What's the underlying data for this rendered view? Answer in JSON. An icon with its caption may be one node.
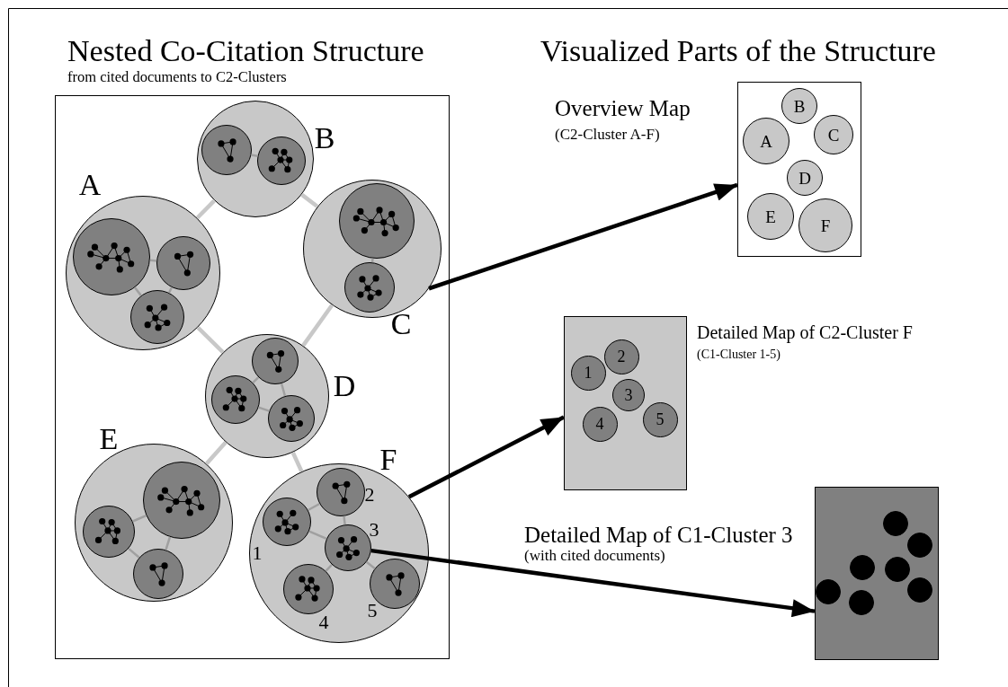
{
  "diagram": {
    "nodes": [
      {
        "text": [],
        "shape": "box"
      },
      {
        "text": [],
        "shape": "circle",
        "in": 0,
        "beside": [
          "A"
        ]
      },
      {
        "text": [],
        "shape": "circle",
        "in": 1
      },
      {
        "text": [],
        "shape": "circle",
        "in": 1
      },
      {
        "text": [],
        "shape": "circle",
        "in": 1
      },
      {
        "text": [],
        "shape": "circle",
        "in": 0,
        "beside": [
          "B"
        ]
      },
      {
        "text": [],
        "shape": "circle",
        "in": 5
      },
      {
        "text": [],
        "shape": "circle",
        "in": 5
      },
      {
        "text": [],
        "shape": "circle",
        "in": 0,
        "beside": [
          "C"
        ]
      },
      {
        "text": [],
        "shape": "circle",
        "in": 8
      },
      {
        "text": [],
        "shape": "circle",
        "in": 8
      },
      {
        "text": [],
        "shape": "circle",
        "in": 0,
        "beside": [
          "D"
        ]
      },
      {
        "text": [],
        "shape": "circle",
        "in": 11
      },
      {
        "text": [],
        "shape": "circle",
        "in": 11
      },
      {
        "text": [],
        "shape": "circle",
        "in": 11
      },
      {
        "text": [],
        "shape": "circle",
        "in": 0,
        "beside": [
          "E"
        ]
      },
      {
        "text": [],
        "shape": "circle",
        "in": 15
      },
      {
        "text": [],
        "shape": "circle",
        "in": 15
      },
      {
        "text": [],
        "shape": "circle",
        "in": 15
      },
      {
        "text": [],
        "shape": "circle",
        "in": 0,
        "beside": [
          "F"
        ]
      },
      {
        "text": [],
        "shape": "circle",
        "in": 19,
        "beside": [
          "1"
        ]
      },
      {
        "text": [],
        "shape": "circle",
        "in": 19,
        "beside": [
          "2"
        ]
      },
      {
        "text": [],
        "shape": "circle",
        "in": 19,
        "beside": [
          "3"
        ]
      },
      {
        "text": [],
        "shape": "circle",
        "in": 19,
        "beside": [
          "4"
        ]
      },
      {
        "text": [],
        "shape": "circle",
        "in": 19,
        "beside": [
          "5"
        ]
      },
      {
        "text": [],
        "shape": "box",
        "beside": [
          "Overview Map",
          "(C2-Cluster A-F)"
        ]
      },
      {
        "text": [
          "A"
        ],
        "in": 25
      },
      {
        "text": [
          "B"
        ],
        "in": 25
      },
      {
        "text": [
          "C"
        ],
        "in": 25
      },
      {
        "text": [
          "D"
        ],
        "in": 25
      },
      {
        "text": [
          "E"
        ],
        "in": 25
      },
      {
        "text": [
          "F"
        ],
        "in": 25
      },
      {
        "text": [],
        "shape": "box",
        "beside": [
          "Detailed Map of C2-Cluster F",
          "(C1-Cluster 1-5)"
        ]
      },
      {
        "text": [
          "1"
        ],
        "in": 32
      },
      {
        "text": [
          "2"
        ],
        "in": 32
      },
      {
        "text": [
          "3"
        ],
        "in": 32
      },
      {
        "text": [
          "4"
        ],
        "in": 32
      },
      {
        "text": [
          "5"
        ],
        "in": 32
      },
      {
        "text": [],
        "shape": "box",
        "beside": [
          "Detailed Map of C1-Cluster 3",
          "(with cited documents)"
        ]
      },
      {
        "text": [],
        "shape": "circle",
        "in": 38
      },
      {
        "text": [],
        "shape": "circle",
        "in": 38
      },
      {
        "text": [],
        "shape": "circle",
        "in": 38
      },
      {
        "text": [],
        "shape": "circle",
        "in": 38
      },
      {
        "text": [],
        "shape": "circle",
        "in": 38
      },
      {
        "text": [],
        "shape": "circle",
        "in": 38
      },
      {
        "text": [],
        "shape": "circle",
        "in": 38
      }
    ],
    "edges": [
      {
        "from": 1,
        "to": 5,
        "arrow": "none",
        "style": "thick",
        "color": "#c8c8c8"
      },
      {
        "from": 5,
        "to": 8,
        "arrow": "none",
        "style": "thick",
        "color": "#c8c8c8"
      },
      {
        "from": 1,
        "to": 11,
        "arrow": "none",
        "style": "thick",
        "color": "#c8c8c8"
      },
      {
        "from": 8,
        "to": 11,
        "arrow": "none",
        "style": "thick",
        "color": "#c8c8c8"
      },
      {
        "from": 11,
        "to": 15,
        "arrow": "none",
        "style": "thick",
        "color": "#c8c8c8"
      },
      {
        "from": 11,
        "to": 19,
        "arrow": "none",
        "style": "thick",
        "color": "#c8c8c8"
      },
      {
        "from": 2,
        "to": 3,
        "arrow": "none"
      },
      {
        "from": 2,
        "to": 4,
        "arrow": "none"
      },
      {
        "from": 3,
        "to": 4,
        "arrow": "none"
      },
      {
        "from": 6,
        "to": 7,
        "arrow": "none"
      },
      {
        "from": 9,
        "to": 10,
        "arrow": "none"
      },
      {
        "from": 12,
        "to": 13,
        "arrow": "none"
      },
      {
        "from": 12,
        "to": 14,
        "arrow": "none"
      },
      {
        "from": 13,
        "to": 14,
        "arrow": "none"
      },
      {
        "from": 16,
        "to": 17,
        "arrow": "none"
      },
      {
        "from": 16,
        "to": 18,
        "arrow": "none"
      },
      {
        "from": 17,
        "to": 18,
        "arrow": "none"
      },
      {
        "from": 20,
        "to": 21,
        "arrow": "none"
      },
      {
        "from": 20,
        "to": 22,
        "arrow": "none"
      },
      {
        "from": 21,
        "to": 22,
        "arrow": "none"
      },
      {
        "from": 22,
        "to": 23,
        "arrow": "none"
      },
      {
        "from": 22,
        "to": 24,
        "arrow": "none"
      },
      {
        "from": 8,
        "to": 25,
        "arrow": "to",
        "style": "thick",
        "color": "#000000"
      },
      {
        "from": 19,
        "to": 32,
        "arrow": "to",
        "style": "thick",
        "color": "#000000"
      },
      {
        "from": 22,
        "to": 38,
        "arrow": "to",
        "style": "thick",
        "color": "#000000"
      }
    ],
    "labels": [
      "Nested Co-Citation Structure",
      "from cited documents to C2-Clusters",
      "Visualized Parts of the Structure"
    ]
  }
}
